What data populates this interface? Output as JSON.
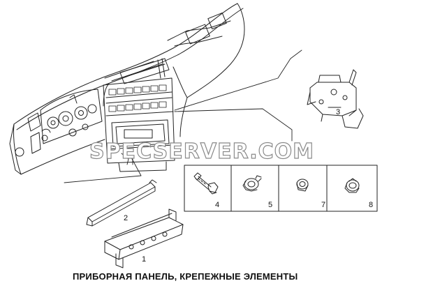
{
  "watermark": "SPECSERVER.COM",
  "caption": "ПРИБОРНАЯ ПАНЕЛЬ, КРЕПЕЖНЫЕ ЭЛЕМЕНТЫ",
  "callouts": {
    "bracket": "1",
    "strip": "2",
    "side_bracket": "3",
    "bolt": "4",
    "nut": "5",
    "bushing": "7",
    "clip": "8"
  }
}
